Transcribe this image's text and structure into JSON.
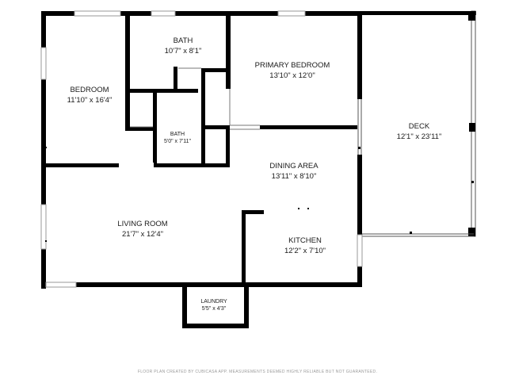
{
  "rooms": {
    "bedroom": {
      "name": "BEDROOM",
      "dims": "11'10\" x 16'4\""
    },
    "bath_main": {
      "name": "BATH",
      "dims": "10'7\" x 8'1\""
    },
    "primary_bedroom": {
      "name": "PRIMARY BEDROOM",
      "dims": "13'10\" x 12'0\""
    },
    "bath_small": {
      "name": "BATH",
      "dims": "5'0\" x 7'11\""
    },
    "deck": {
      "name": "DECK",
      "dims": "12'1\" x 23'11\""
    },
    "dining_area": {
      "name": "DINING AREA",
      "dims": "13'11\" x 8'10\""
    },
    "living_room": {
      "name": "LIVING ROOM",
      "dims": "21'7\" x 12'4\""
    },
    "kitchen": {
      "name": "KITCHEN",
      "dims": "12'2\" x 7'10\""
    },
    "laundry": {
      "name": "LAUNDRY",
      "dims": "5'5\" x 4'3\""
    }
  },
  "footer": "FLOOR PLAN CREATED BY CUBICASA APP. MEASUREMENTS DEEMED HIGHLY RELIABLE BUT NOT GUARANTEED.",
  "colors": {
    "wall": "#000000",
    "thin_line": "#555555",
    "window": "#9a9a9a",
    "text": "#1a1a1a"
  }
}
